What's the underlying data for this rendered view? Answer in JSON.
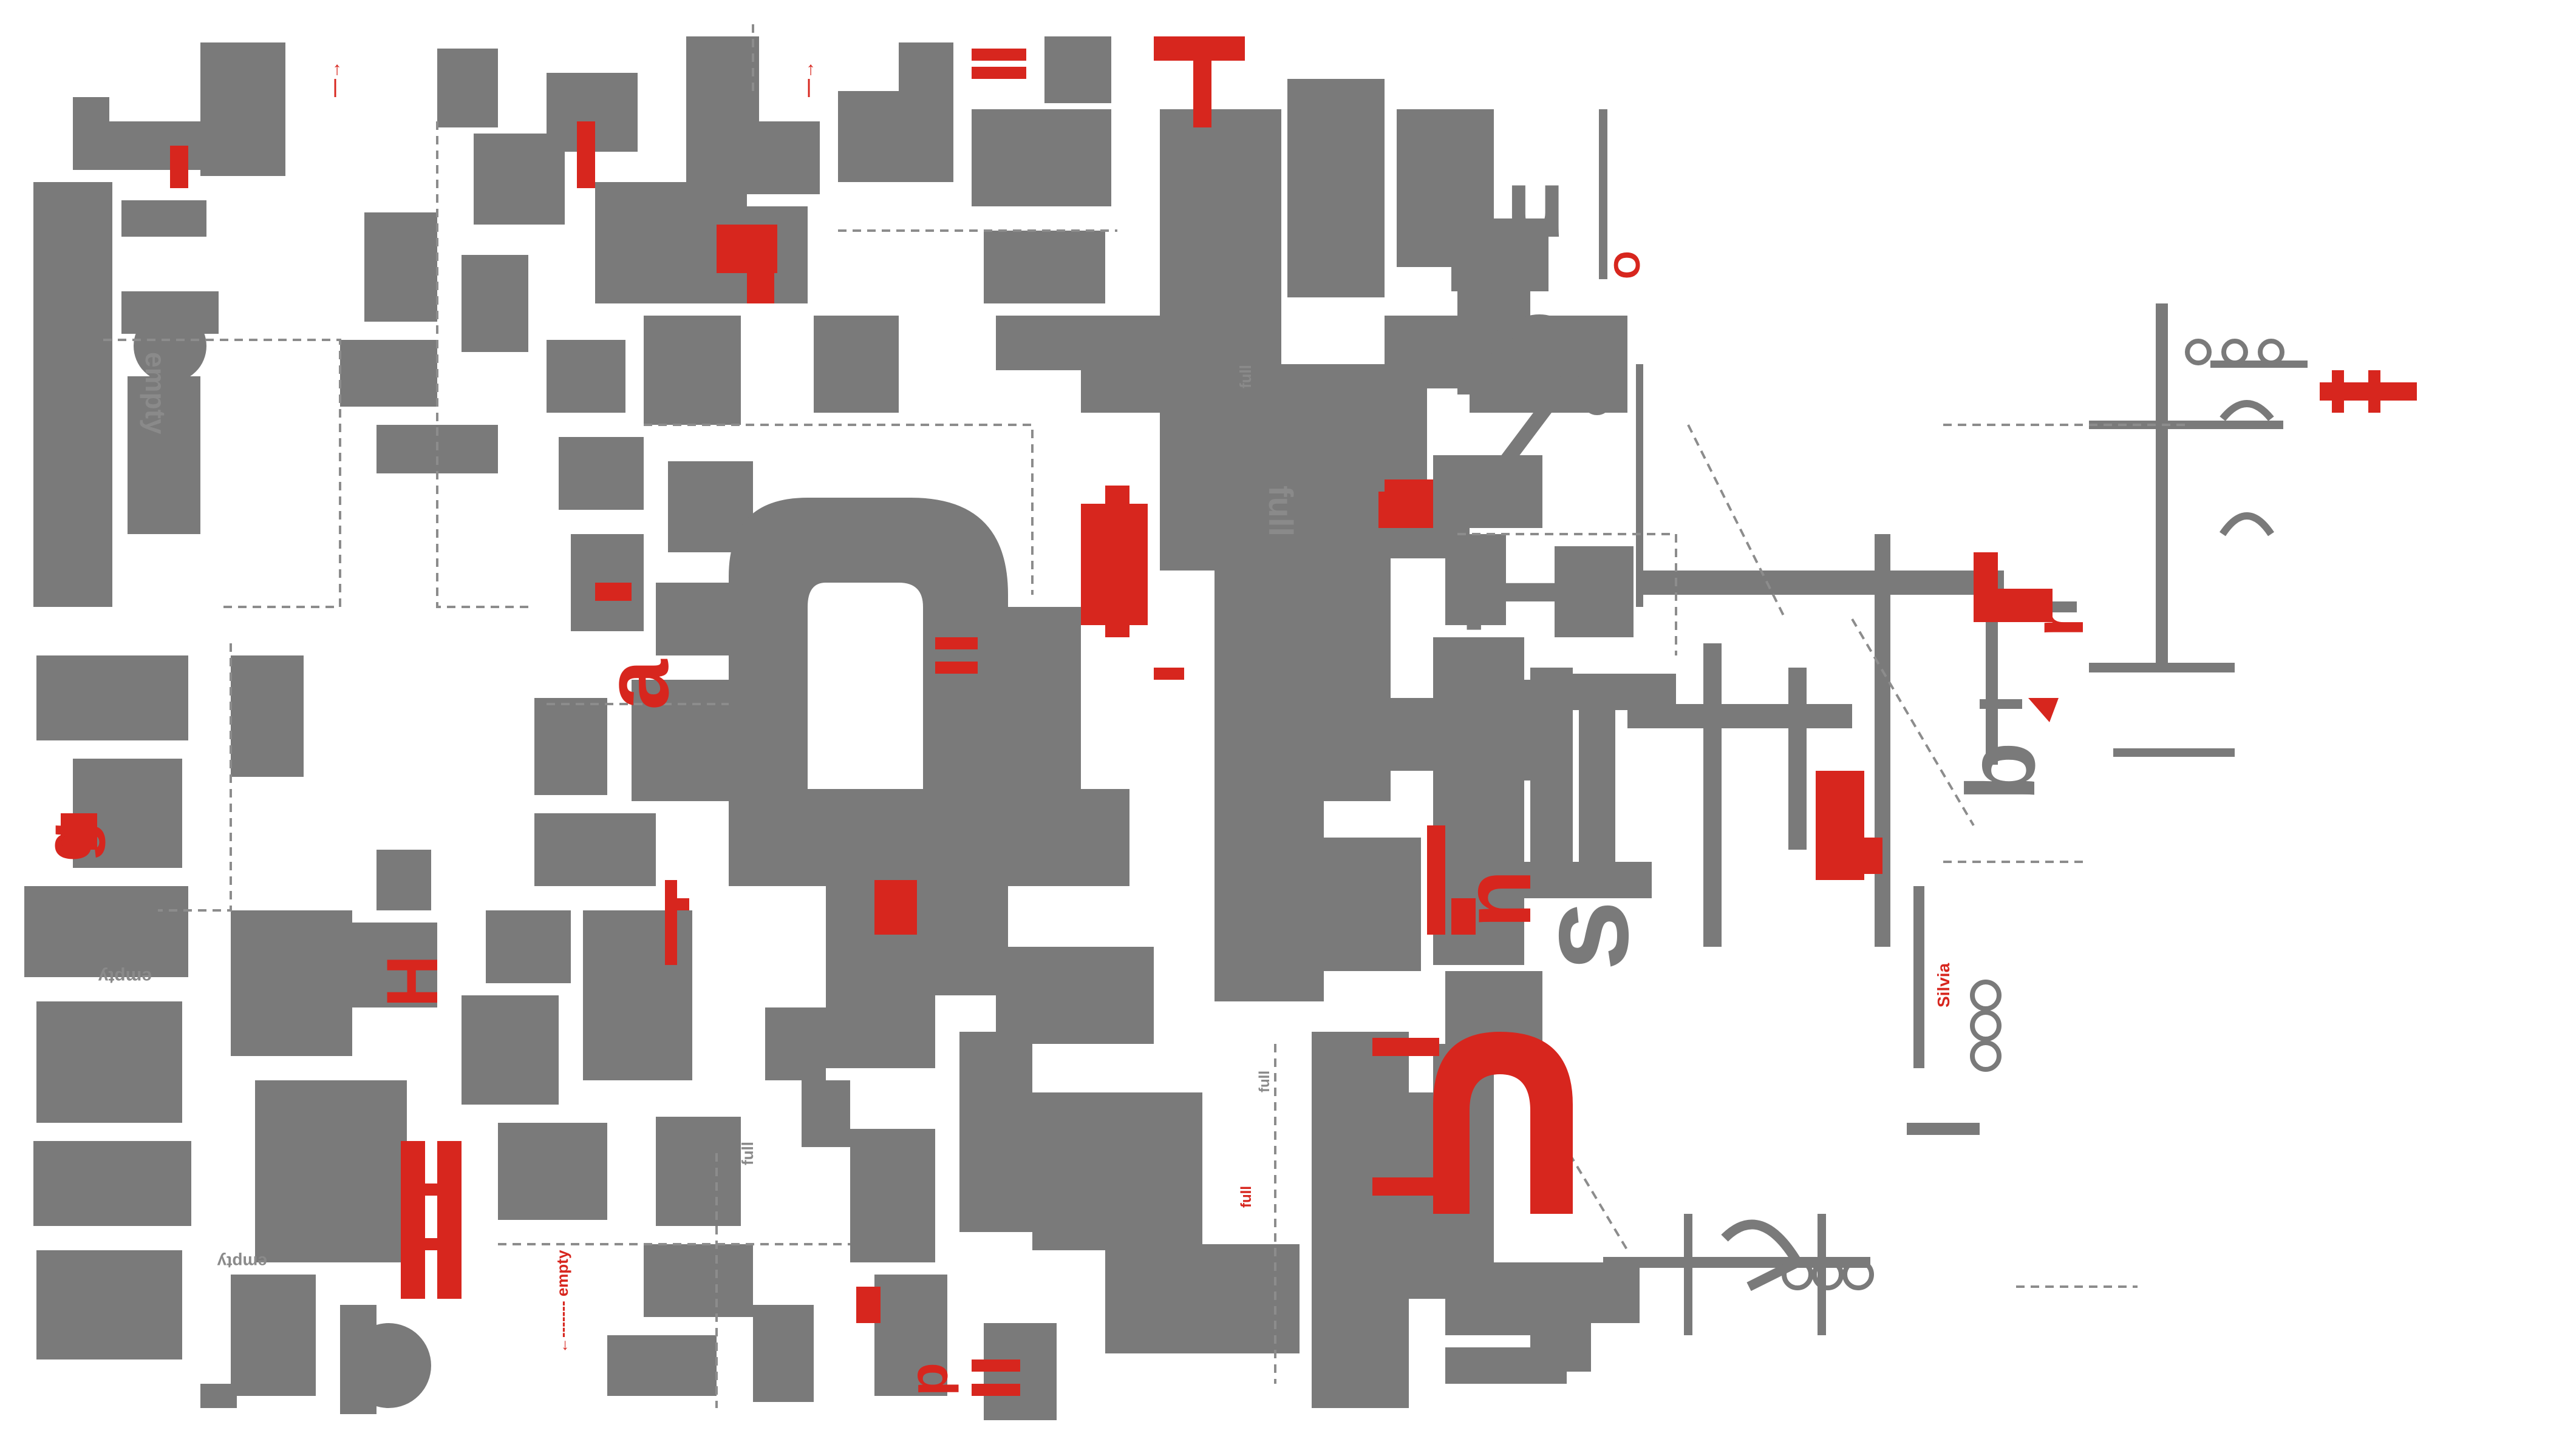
{
  "poster": {
    "colors": {
      "paper": "#ffffff",
      "grey_ink": "#7a7a7a",
      "red_ink": "#d7261e"
    },
    "labels": {
      "empty_vertical": "empty",
      "empty_small_1": "empty",
      "empty_small_2": "empty",
      "empty_bottom": "←------- empty",
      "full_1": "full",
      "full_2": "full",
      "full_3": "full",
      "full_4": "full",
      "full_5": "full",
      "silvia": "Silvia",
      "arrow_top_1": "—→",
      "arrow_top_2": "—→"
    },
    "letterforms": {
      "glyph_a": "a",
      "glyph_g": "g",
      "glyph_m": "m",
      "glyph_n": "n",
      "glyph_r": "r",
      "glyph_u": "u",
      "glyph_b": "b",
      "glyph_p": "p",
      "glyph_H": "H",
      "glyph_O": "O",
      "glyph_T": "T",
      "glyph_s": "s"
    }
  }
}
